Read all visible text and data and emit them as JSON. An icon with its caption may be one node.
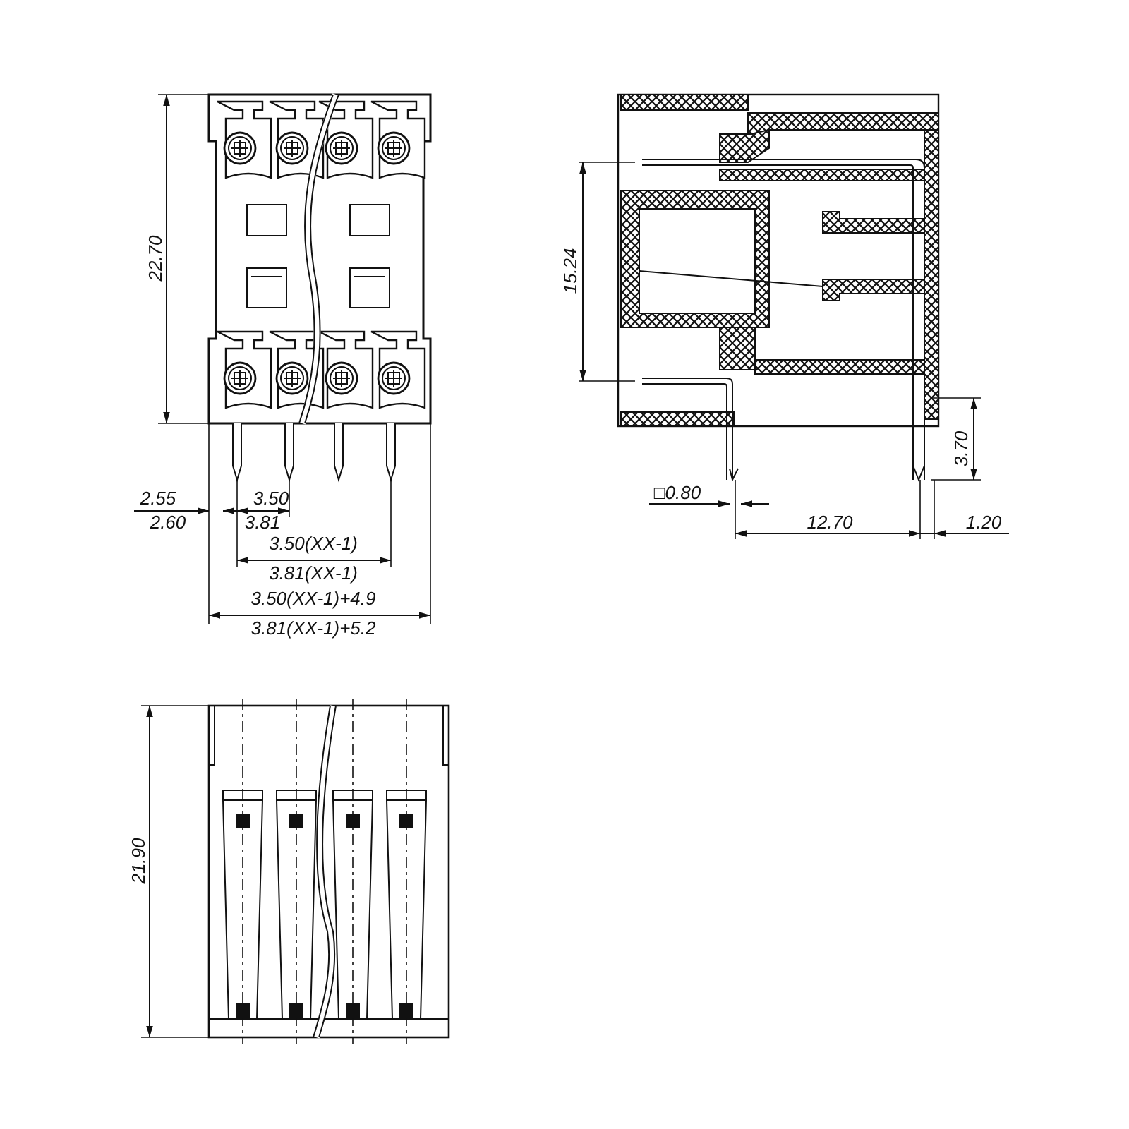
{
  "diagram": {
    "labels": [
      "22.70",
      "15.24",
      "2.55",
      "3.50",
      "2.60",
      "3.81",
      "3.50(XX-1)",
      "3.81(XX-1)",
      "3.50(XX-1)+4.9",
      "3.81(XX-1)+5.2",
      "□0.80",
      "12.70",
      "1.20",
      "3.70",
      "21.90"
    ]
  }
}
